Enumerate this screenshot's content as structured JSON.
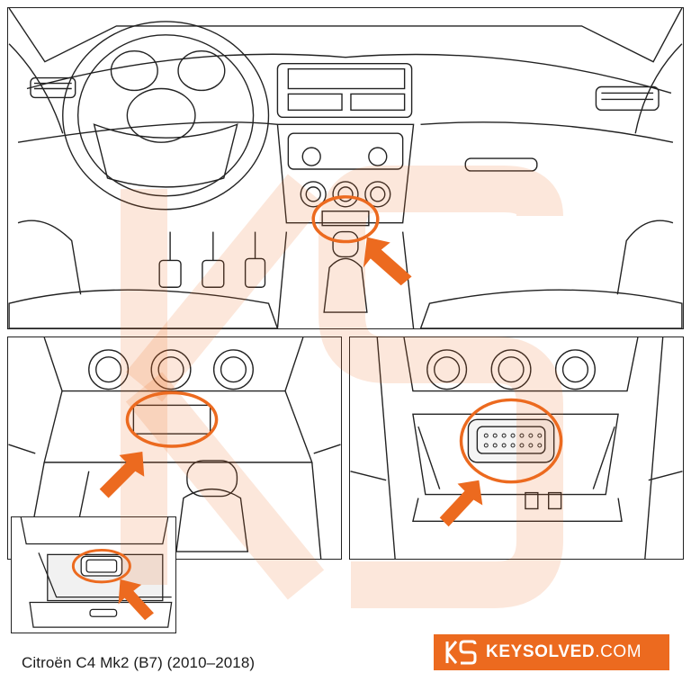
{
  "caption": "Citroën C4 Mk2 (B7) (2010–2018)",
  "brand": {
    "name": "KEYSOLVED",
    "tld": ".COM",
    "logo_text": "KS"
  },
  "colors": {
    "accent": "#ec6a1f",
    "line": "#222222",
    "watermark": "#f6c9a8"
  },
  "icons": {
    "highlight": "orange-circle",
    "pointer": "orange-arrow"
  }
}
